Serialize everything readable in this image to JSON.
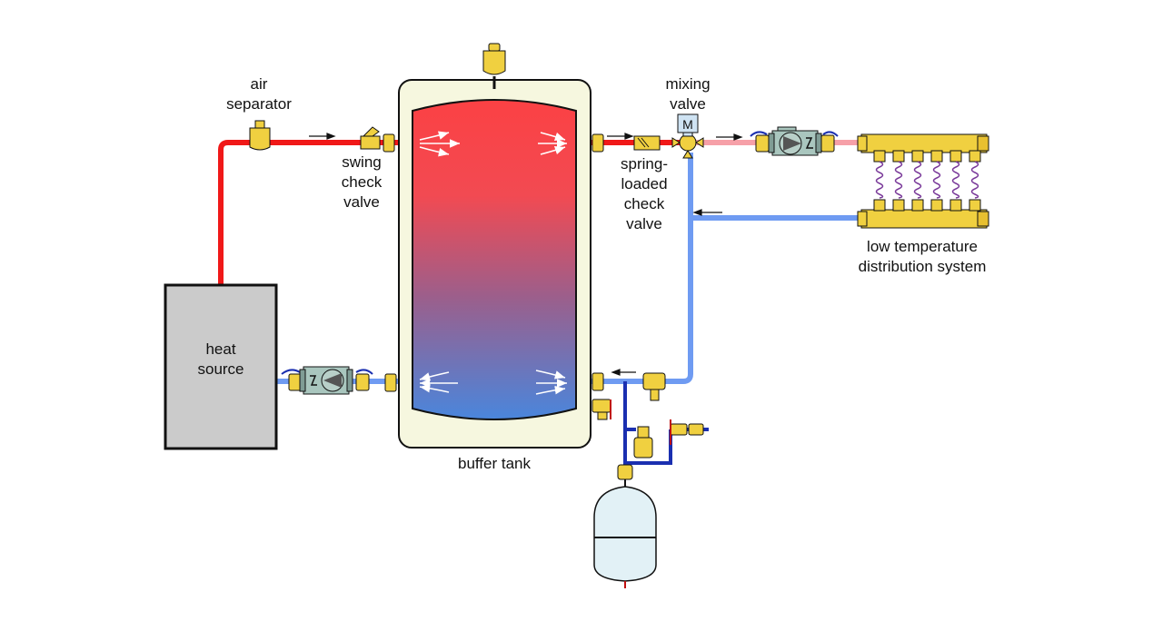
{
  "labels": {
    "air_separator": [
      "air",
      "separator"
    ],
    "swing_check_valve": [
      "swing",
      "check",
      "valve"
    ],
    "mixing_valve": [
      "mixing",
      "valve"
    ],
    "spring_check_valve": [
      "spring-",
      "loaded",
      "check",
      "valve"
    ],
    "heat_source": [
      "heat",
      "source"
    ],
    "buffer_tank": "buffer tank",
    "distribution": [
      "low temperature",
      "distribution system"
    ],
    "motor_letter": "M"
  },
  "colors": {
    "hot_pipe": "#f01818",
    "warm_pipe": "#f6a0a8",
    "cool_pipe": "#6f9bf2",
    "makeup_pipe": "#1a2fb0",
    "tank_top": "#fb4144",
    "tank_bottom": "#4a86dc",
    "tank_jacket": "#f6f7df",
    "brass": "#f0d040",
    "heat_source_fill": "#cbcbcb",
    "expansion_tank": "#e2f1f6"
  }
}
